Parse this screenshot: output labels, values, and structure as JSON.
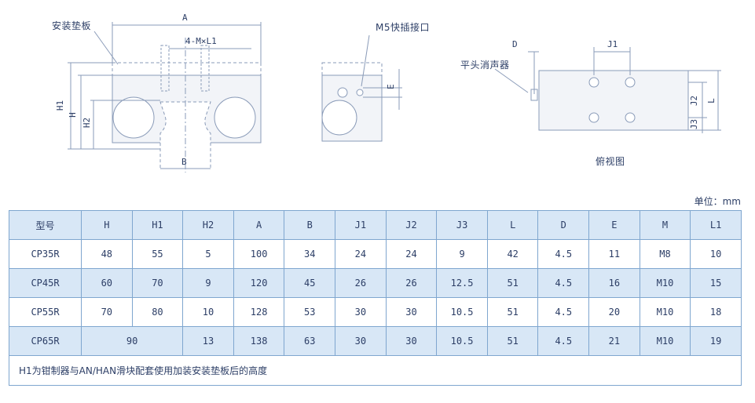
{
  "drawing": {
    "front_labels": {
      "pad_label": "安装垫板",
      "dim_A": "A",
      "dim_4ML1": "4-M×L1",
      "dim_H1": "H1",
      "dim_H": "H",
      "dim_H2": "H2",
      "dim_B": "B"
    },
    "side_labels": {
      "m5_port": "M5快插接口",
      "dim_E": "E"
    },
    "top_labels": {
      "dim_D": "D",
      "dim_J1": "J1",
      "muffler": "平头消声器",
      "dim_J2": "J2",
      "dim_J3": "J3",
      "dim_L": "L",
      "caption": "俯视图"
    }
  },
  "unit": "单位：mm",
  "table": {
    "headers": [
      "型号",
      "H",
      "H1",
      "H2",
      "A",
      "B",
      "J1",
      "J2",
      "J3",
      "L",
      "D",
      "E",
      "M",
      "L1"
    ],
    "rows": [
      [
        "CP35R",
        "48",
        "55",
        "5",
        "100",
        "34",
        "24",
        "24",
        "9",
        "42",
        "4.5",
        "11",
        "M8",
        "10"
      ],
      [
        "CP45R",
        "60",
        "70",
        "9",
        "120",
        "45",
        "26",
        "26",
        "12.5",
        "51",
        "4.5",
        "16",
        "M10",
        "15"
      ],
      [
        "CP55R",
        "70",
        "80",
        "10",
        "128",
        "53",
        "30",
        "30",
        "10.5",
        "51",
        "4.5",
        "20",
        "M10",
        "18"
      ],
      [
        "CP65R",
        "90",
        "13",
        "138",
        "63",
        "30",
        "30",
        "10.5",
        "51",
        "4.5",
        "21",
        "M10",
        "19"
      ]
    ],
    "note": "H1为钳制器与AN/HAN滑块配套使用加装安装垫板后的高度"
  }
}
